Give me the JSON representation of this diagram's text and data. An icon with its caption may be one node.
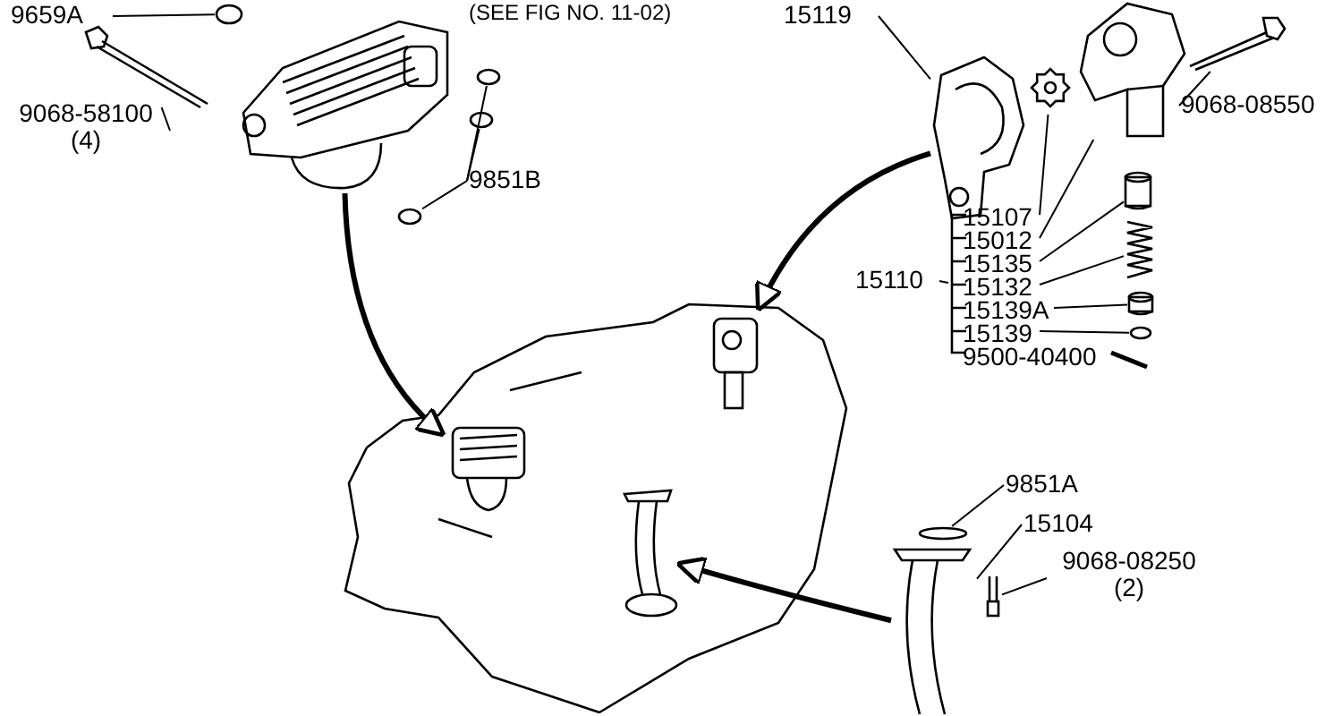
{
  "diagram": {
    "nodes": [
      {
        "text": [
          "9659A"
        ]
      },
      {
        "text": [],
        "shape": "circle"
      },
      {
        "text": [
          "9068-58100",
          "(4)"
        ]
      },
      {
        "text": [],
        "shape": "picture"
      },
      {
        "text": [],
        "shape": "picture"
      },
      {
        "text": [
          "9851B"
        ]
      },
      {
        "text": [],
        "shape": "circle"
      },
      {
        "text": [],
        "shape": "circle"
      },
      {
        "text": [],
        "shape": "circle"
      },
      {
        "text": [],
        "shape": "picture"
      },
      {
        "text": [],
        "shape": "picture",
        "in": 9
      },
      {
        "text": [],
        "shape": "picture",
        "in": 9
      },
      {
        "text": [],
        "shape": "picture",
        "in": 9
      },
      {
        "text": [
          "15119"
        ]
      },
      {
        "text": [],
        "shape": "picture"
      },
      {
        "text": [],
        "shape": "picture"
      },
      {
        "text": [],
        "shape": "picture"
      },
      {
        "text": [
          "9068-08550"
        ]
      },
      {
        "text": [],
        "shape": "picture"
      },
      {
        "text": [
          "15110"
        ]
      },
      {
        "text": [
          "15107"
        ]
      },
      {
        "text": [
          "15012"
        ]
      },
      {
        "text": [
          "15135"
        ]
      },
      {
        "text": [
          "15132"
        ]
      },
      {
        "text": [
          "15139A"
        ]
      },
      {
        "text": [
          "15139"
        ]
      },
      {
        "text": [
          "9500-40400"
        ]
      },
      {
        "text": [],
        "shape": "cylinder"
      },
      {
        "text": [],
        "shape": "picture"
      },
      {
        "text": [],
        "shape": "cylinder"
      },
      {
        "text": [],
        "shape": "circle"
      },
      {
        "text": [],
        "shape": "bar"
      },
      {
        "text": [
          "9851A"
        ]
      },
      {
        "text": [
          "15104"
        ]
      },
      {
        "text": [
          "9068-08250",
          "(2)"
        ]
      },
      {
        "text": [],
        "shape": "circle"
      },
      {
        "text": [],
        "shape": "picture"
      },
      {
        "text": [],
        "shape": "picture"
      },
      {
        "text": [],
        "shape": "bracket"
      }
    ],
    "edges": [
      {
        "from": 0,
        "to": 1,
        "arrow": "none"
      },
      {
        "from": 2,
        "to": 3,
        "arrow": "none"
      },
      {
        "from": 5,
        "to": 6,
        "arrow": "none"
      },
      {
        "from": 5,
        "to": 7,
        "arrow": "none"
      },
      {
        "from": 5,
        "to": 8,
        "arrow": "none"
      },
      {
        "from": 4,
        "to": 10,
        "arrow": "to",
        "style": "thick"
      },
      {
        "from": 13,
        "to": 14,
        "arrow": "none"
      },
      {
        "from": 17,
        "to": 18,
        "arrow": "none"
      },
      {
        "from": 20,
        "to": 16,
        "arrow": "none"
      },
      {
        "from": 21,
        "to": 15,
        "arrow": "none"
      },
      {
        "from": 22,
        "to": 27,
        "arrow": "none"
      },
      {
        "from": 23,
        "to": 28,
        "arrow": "none"
      },
      {
        "from": 24,
        "to": 29,
        "arrow": "none"
      },
      {
        "from": 25,
        "to": 30,
        "arrow": "none"
      },
      {
        "from": 14,
        "to": 11,
        "arrow": "to",
        "style": "thick"
      },
      {
        "from": 32,
        "to": 35,
        "arrow": "none"
      },
      {
        "from": 33,
        "to": 36,
        "arrow": "none"
      },
      {
        "from": 34,
        "to": 37,
        "arrow": "none"
      },
      {
        "from": 36,
        "to": 12,
        "arrow": "to",
        "style": "thick"
      },
      {
        "from": 19,
        "to": 38,
        "arrow": "none"
      }
    ],
    "labels": [
      "(SEE FIG NO. 11-02)"
    ]
  }
}
